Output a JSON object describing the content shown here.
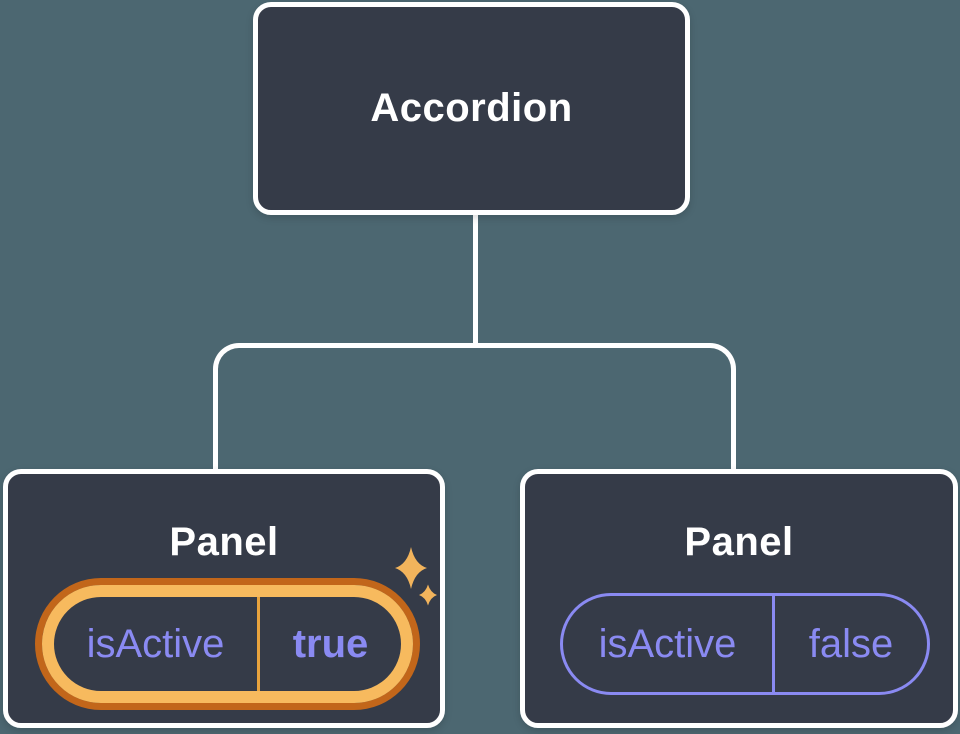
{
  "diagram": {
    "type": "component-tree",
    "background_color": "#4c6771",
    "colors": {
      "background": "#4c6771",
      "node_fill": "#353b48",
      "node_border": "#ffffff",
      "connector": "#ffffff",
      "title_color": "#ffffff",
      "purple": "#8a8af2",
      "orange_dark": "#c2661a",
      "gold": "#f7ba5e",
      "gold_divider": "#e8a33d",
      "sparkle": "#f2b45c"
    },
    "root": {
      "label": "Accordion"
    },
    "panels": [
      {
        "label": "Panel",
        "prop_name": "isActive",
        "prop_value": "true",
        "highlighted": true,
        "icon": "sparkles-icon"
      },
      {
        "label": "Panel",
        "prop_name": "isActive",
        "prop_value": "false",
        "highlighted": false
      }
    ]
  }
}
